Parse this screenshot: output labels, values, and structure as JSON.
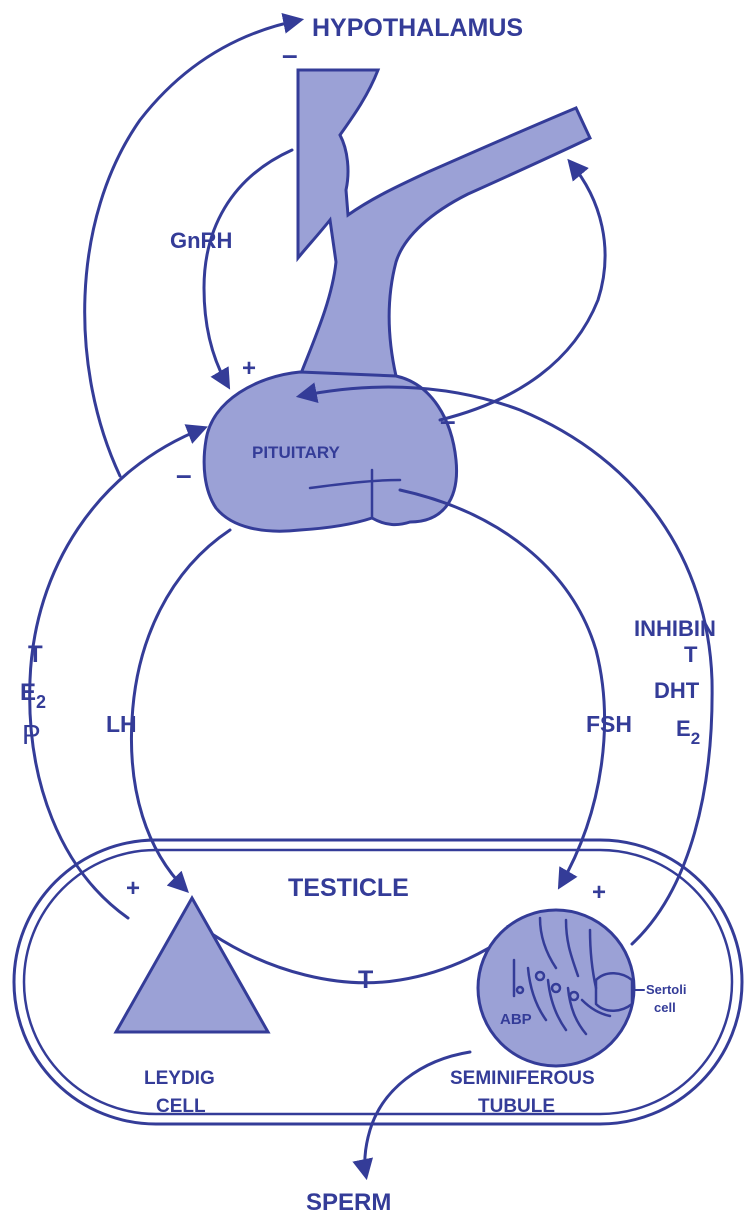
{
  "labels": {
    "hypothalamus": "HYPOTHALAMUS",
    "gnrh": "GnRH",
    "pituitary": "PITUITARY",
    "lh": "LH",
    "fsh": "FSH",
    "testicle": "TESTICLE",
    "leydig_line1": "LEYDIG",
    "leydig_line2": "CELL",
    "seminiferous_line1": "SEMINIFEROUS",
    "seminiferous_line2": "TUBULE",
    "sertoli_line1": "Sertoli",
    "sertoli_line2": "cell",
    "abp": "ABP",
    "sperm": "SPERM",
    "t_link": "T",
    "left_feedback": {
      "t": "T",
      "e": "E",
      "e_sub": "2",
      "p": "P"
    },
    "right_feedback": {
      "inhibin": "INHIBIN",
      "t": "T",
      "dht": "DHT",
      "e": "E",
      "e_sub": "2"
    }
  },
  "signs": {
    "minus_hypothalamus": "–",
    "plus_gnrh": "+",
    "minus_pituitary_left": "–",
    "minus_pituitary_right": "–",
    "plus_leydig": "+",
    "plus_tubule": "+"
  },
  "colors": {
    "ink": "#343c98",
    "fill": "#9ba1d6",
    "background": "#ffffff"
  }
}
